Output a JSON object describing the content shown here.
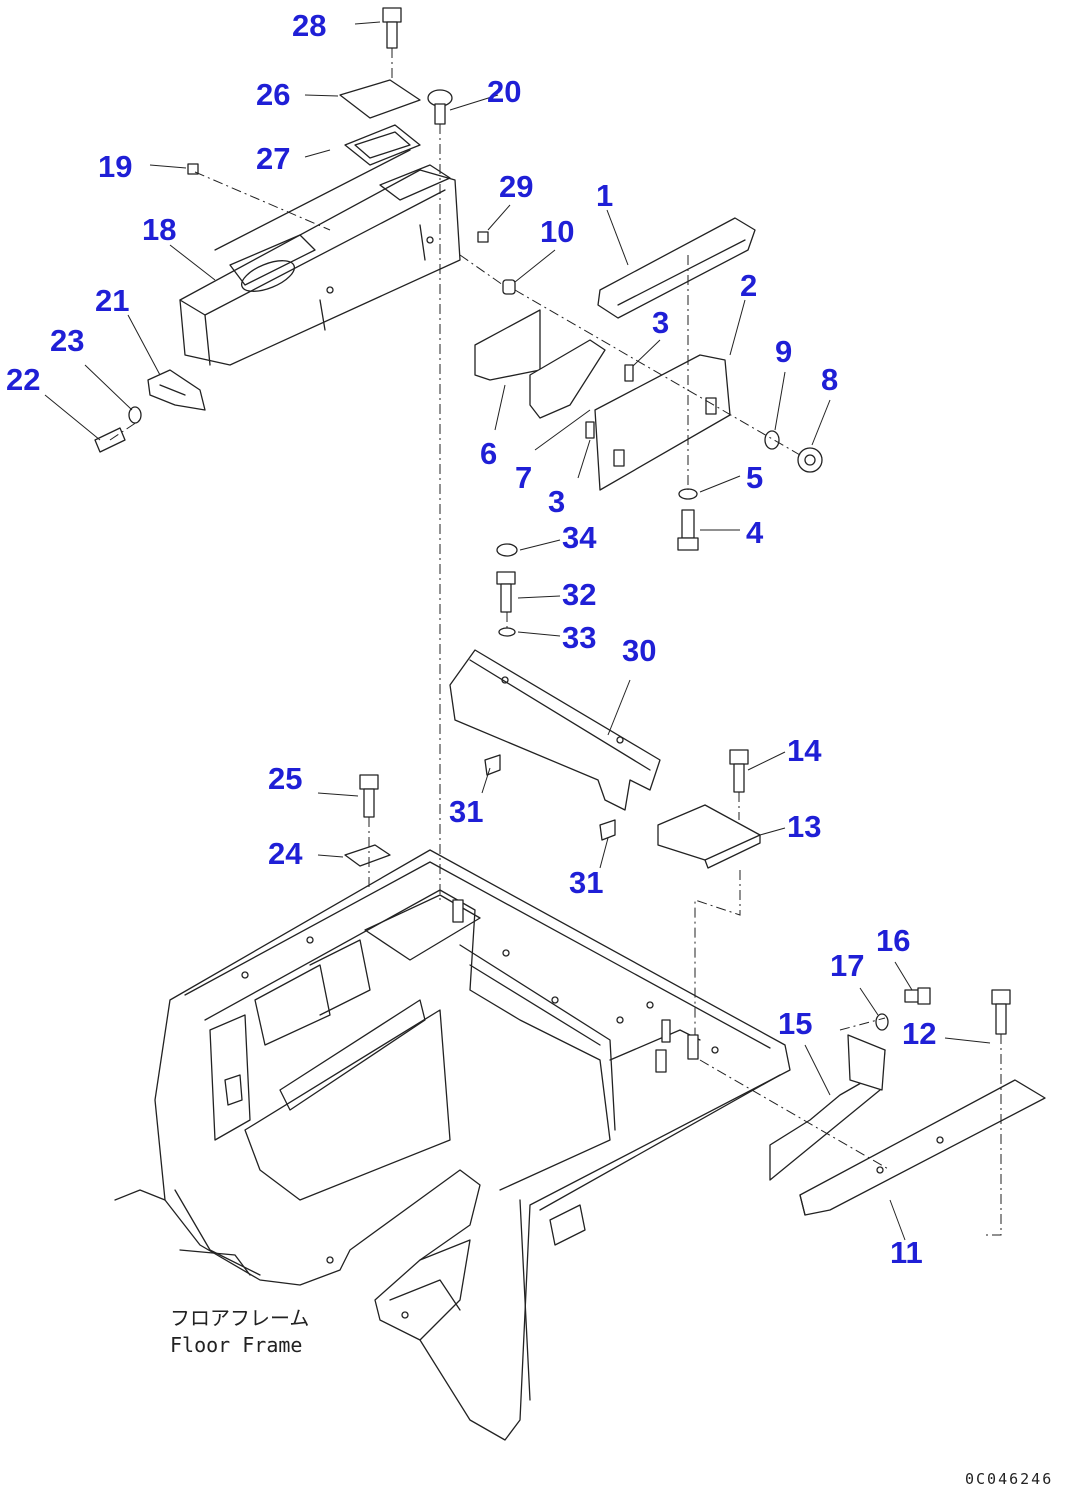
{
  "diagram": {
    "part_labels": [
      "1",
      "2",
      "3",
      "3",
      "4",
      "5",
      "6",
      "7",
      "8",
      "9",
      "10",
      "11",
      "12",
      "13",
      "14",
      "15",
      "16",
      "17",
      "18",
      "19",
      "20",
      "21",
      "22",
      "23",
      "24",
      "25",
      "26",
      "27",
      "28",
      "29",
      "30",
      "31",
      "31",
      "32",
      "33",
      "34"
    ],
    "caption_jp": "フロアフレーム",
    "caption_en": "Floor Frame",
    "drawing_number": "0C046246",
    "colors": {
      "label": "#1f1fd6",
      "line": "#222222",
      "background": "#ffffff"
    }
  }
}
